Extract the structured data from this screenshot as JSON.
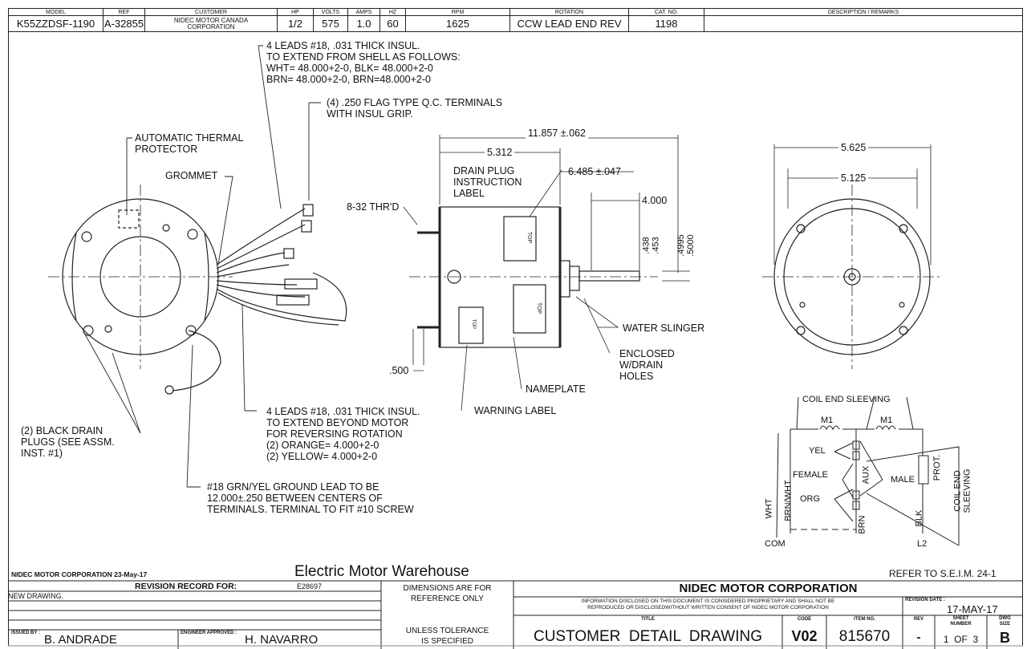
{
  "header": {
    "columns": [
      {
        "label": "MODEL",
        "value": "K55ZZDSF-1190"
      },
      {
        "label": "REF",
        "value": "A-32855"
      },
      {
        "label": "CUSTOMER",
        "value": "NIDEC MOTOR CANADA CORPORATION"
      },
      {
        "label": "HP",
        "value": "1/2"
      },
      {
        "label": "VOLTS",
        "value": "575"
      },
      {
        "label": "AMPS",
        "value": "1.0"
      },
      {
        "label": "HZ",
        "value": "60"
      },
      {
        "label": "RPM",
        "value": "1625"
      },
      {
        "label": "ROTATION",
        "value": "CCW LEAD END REV"
      },
      {
        "label": "CAT. NO.",
        "value": "1198"
      },
      {
        "label": "DESCRIPTION / REMARKS",
        "value": ""
      }
    ]
  },
  "notes": {
    "leads_top": "4 LEADS #18, .031 THICK INSUL.\nTO EXTEND FROM SHELL AS FOLLOWS:\nWHT= 48.000+2-0, BLK= 48.000+2-0\nBRN= 48.000+2-0, BRN=48.000+2-0",
    "terminals": "(4) .250 FLAG TYPE Q.C. TERMINALS\nWITH INSUL GRIP.",
    "thermal": "AUTOMATIC THERMAL\nPROTECTOR",
    "grommet": "GROMMET",
    "drain_plugs": "(2) BLACK DRAIN\nPLUGS (SEE ASSM.\nINST. #1)",
    "leads_bottom": "4 LEADS #18, .031 THICK INSUL.\nTO EXTEND BEYOND MOTOR\nFOR REVERSING ROTATION\n(2) ORANGE= 4.000+2-0\n(2) YELLOW= 4.000+2-0",
    "ground": "#18 GRN/YEL GROUND LEAD TO BE\n12.000±.250 BETWEEN CENTERS OF\nTERMINALS. TERMINAL TO FIT #10 SCREW",
    "drain_label": "DRAIN PLUG\nINSTRUCTION\nLABEL",
    "thread": "8-32 THR'D",
    "water_slinger": "WATER SLINGER",
    "enclosed": "ENCLOSED\nW/DRAIN\nHOLES",
    "nameplate": "NAMEPLATE",
    "warning": "WARNING LABEL",
    "top": "TOP"
  },
  "dimensions": {
    "overall": "11.857 ±.062",
    "body": "5.312",
    "shaft_ext": "6.485 ±.047",
    "shaft_len": "4.000",
    "d1": ".438",
    "d2": ".453",
    "d3": ".4995",
    "d4": ".5000",
    "stud": ".500",
    "dia_outer": "5.625",
    "dia_inner": "5.125"
  },
  "wiring": {
    "coil_end_sleeving": "COIL END SLEEVING",
    "m1": "M1",
    "yel": "YEL",
    "female": "FEMALE",
    "org": "ORG",
    "aux": "AUX",
    "male": "MALE",
    "prot": "PROT.",
    "coil_end_sleeving_v": "COIL END\nSLEEVING",
    "wht": "WHT",
    "brn_wht": "BRN/WHT",
    "brn": "BRN",
    "blk": "BLK",
    "com": "COM",
    "l2": "L2"
  },
  "footer": {
    "company_date": "NIDEC MOTOR CORPORATION 23-May-17",
    "watermark": "Electric Motor Warehouse",
    "refer": "REFER TO S.E.I.M. 24-1",
    "revision_record_label": "REVISION RECORD FOR:",
    "revision_record_id": "E28697",
    "revision_entry": "NEW DRAWING.",
    "issued_by_label": "ISSUED BY :",
    "issued_by": "B. ANDRADE",
    "engineer_label": "ENGINEER APPROVED :",
    "engineer": "H. NAVARRO",
    "dims_note": "DIMENSIONS ARE FOR\nREFERENCE ONLY",
    "tolerance_note": "UNLESS TOLERANCE\nIS SPECIFIED",
    "corp": "NIDEC MOTOR CORPORATION",
    "proprietary": "INFORMATION DISCLOSED ON THIS DOCUMENT IS CONSIDERED PROPRIETARY AND SHALL NOT BE\nREPRODUCED OR DISCLOSEDWITHOUT WRITTEN CONSENT OF NIDEC MOTOR CORPORATION",
    "revision_date_label": "REVISION DATE :",
    "revision_date": "17-MAY-17",
    "title_label": "TITLE",
    "title": "CUSTOMER  DETAIL  DRAWING",
    "code_label": "CODE",
    "code": "V02",
    "item_label": "ITEM NO.",
    "item": "815670",
    "rev_label": "REV",
    "rev": "-",
    "sheet_label": "SHEET\nNUMBER",
    "sheet": "1  OF  3",
    "dwg_label": "DWG\nSIZE",
    "dwg": "B"
  }
}
